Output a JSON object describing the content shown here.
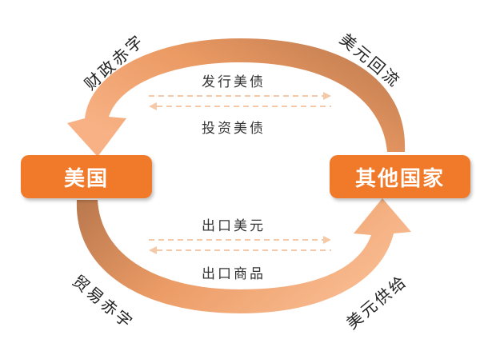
{
  "nodes": {
    "usa": "美国",
    "other": "其他国家"
  },
  "flows": {
    "top_upper": "发行美债",
    "top_lower": "投资美债",
    "bottom_upper": "出口美元",
    "bottom_lower": "出口商品"
  },
  "arc_labels": {
    "fiscal_deficit": "财政赤字",
    "dollar_return": "美元回流",
    "trade_deficit": "贸易赤字",
    "dollar_supply": "美元供给"
  },
  "colors": {
    "box": "#f07a2a",
    "arrow_light": "#f7b184",
    "arrow_dark": "#b8774d",
    "dashed": "#f5c9a8"
  }
}
